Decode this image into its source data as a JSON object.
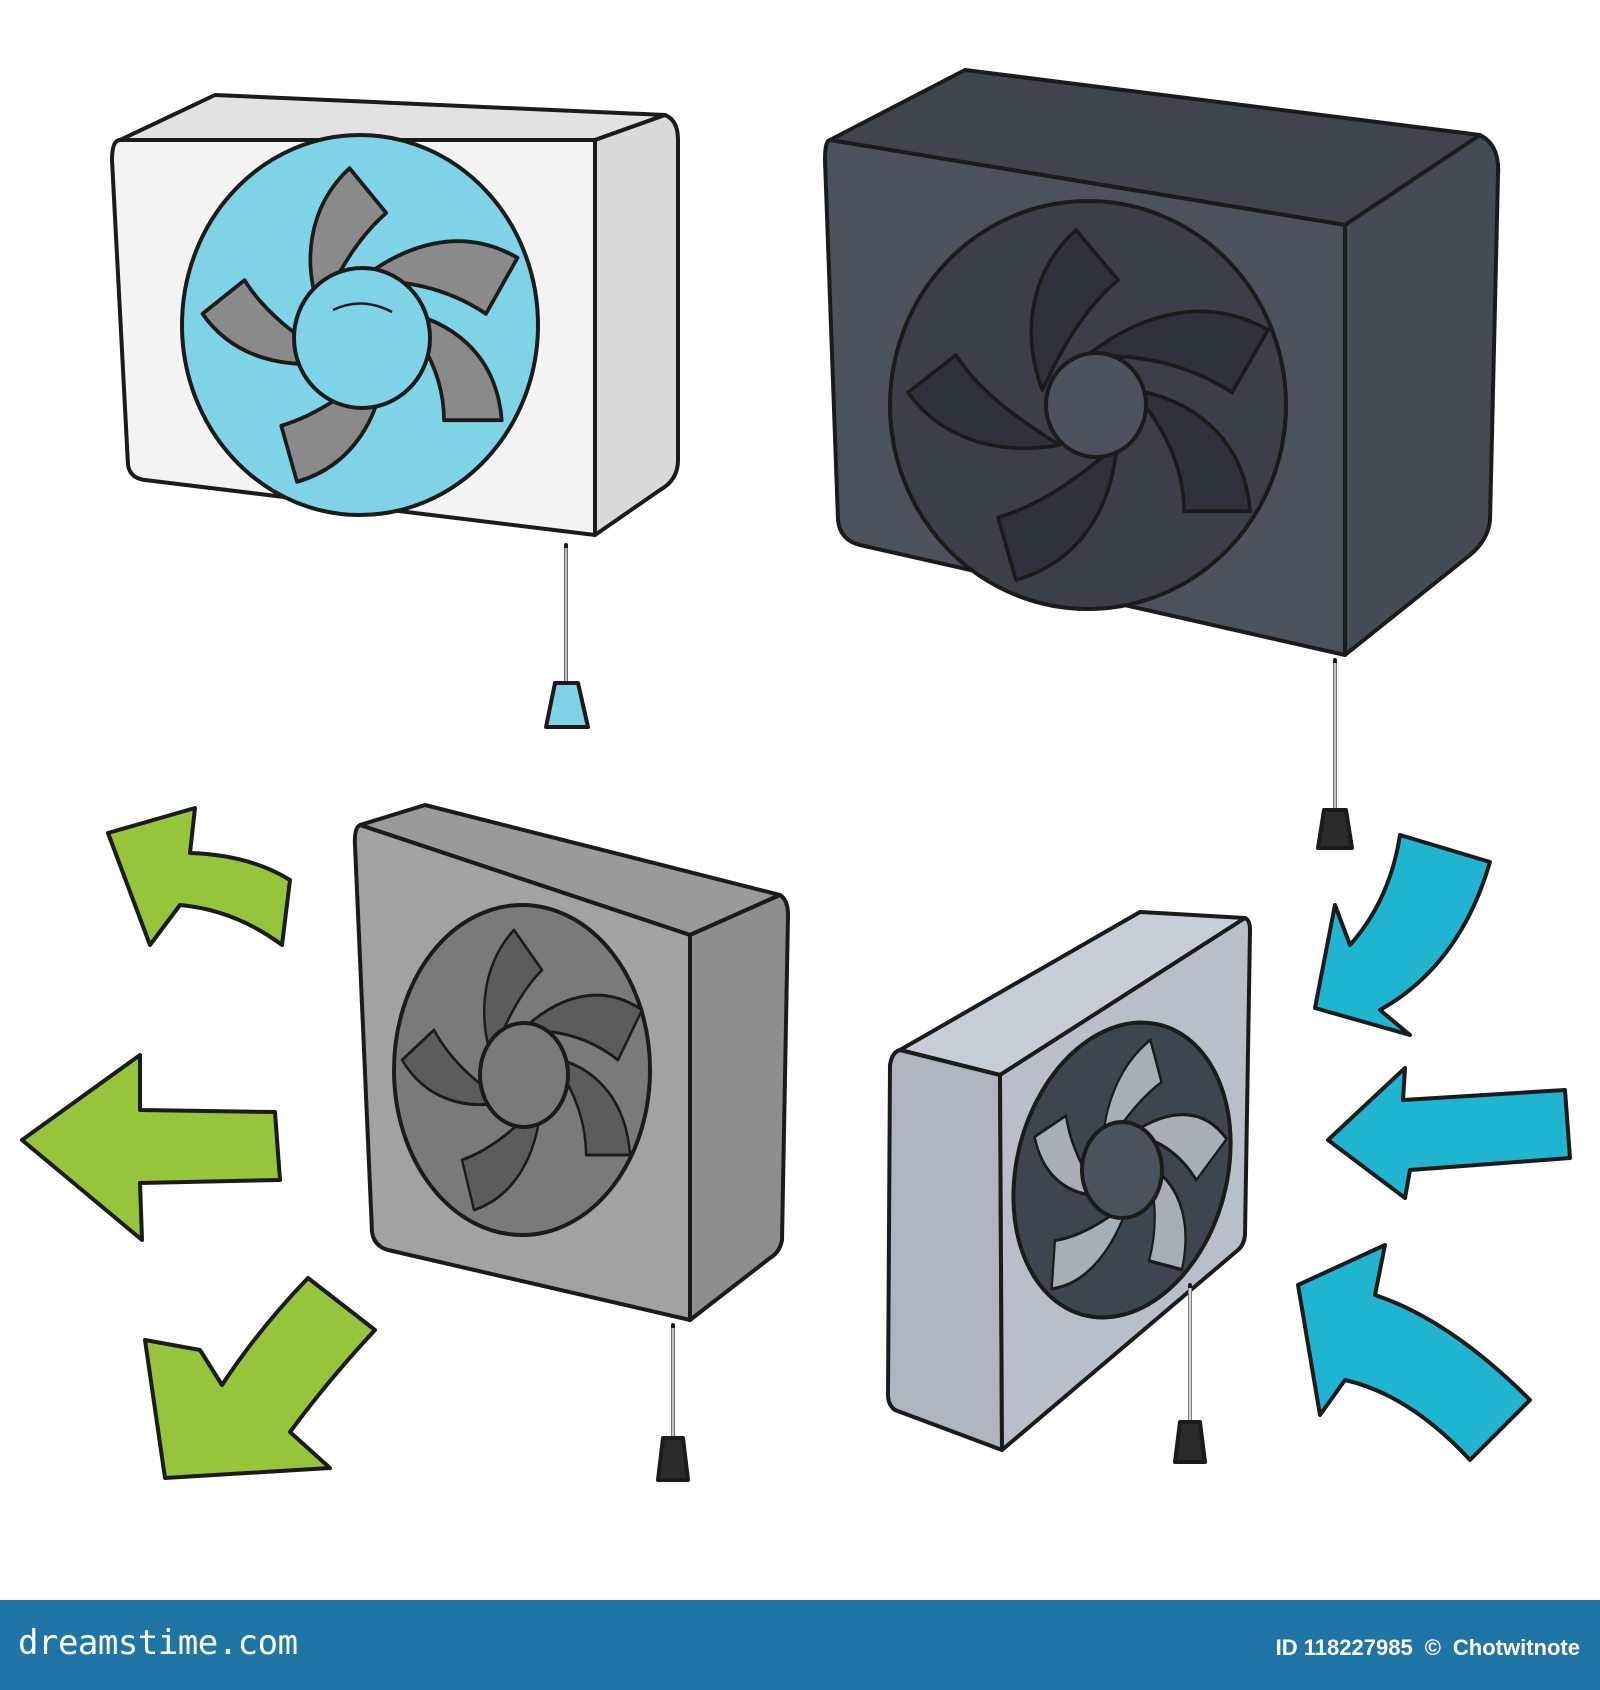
{
  "colors": {
    "white_body": "#f3f3f3",
    "white_side": "#e2e2e2",
    "blue_blades": "#7fd3e6",
    "blade_gray": "#8a8a8a",
    "dark_body": "#4c525d",
    "dark_fan": "#3a3f48",
    "gray_body": "#a2a2a2",
    "gray_fan": "#7a7a7a",
    "silver_body": "#b8bfca",
    "silver_fan": "#3d4550",
    "arrow_green": "#96c43a",
    "arrow_blue": "#1fb4d0",
    "footer_bg": "#1f76a6"
  },
  "icons": [
    "white-exhaust-fan-icon",
    "dark-exhaust-fan-icon",
    "gray-exhaust-fan-icon",
    "silver-exhaust-fan-icon",
    "green-arrow-icon",
    "blue-arrow-icon"
  ],
  "footer": {
    "brand": "dreamstime.com",
    "id_label": "ID 118227985",
    "separator": "©",
    "author": "Chotwitnote"
  }
}
